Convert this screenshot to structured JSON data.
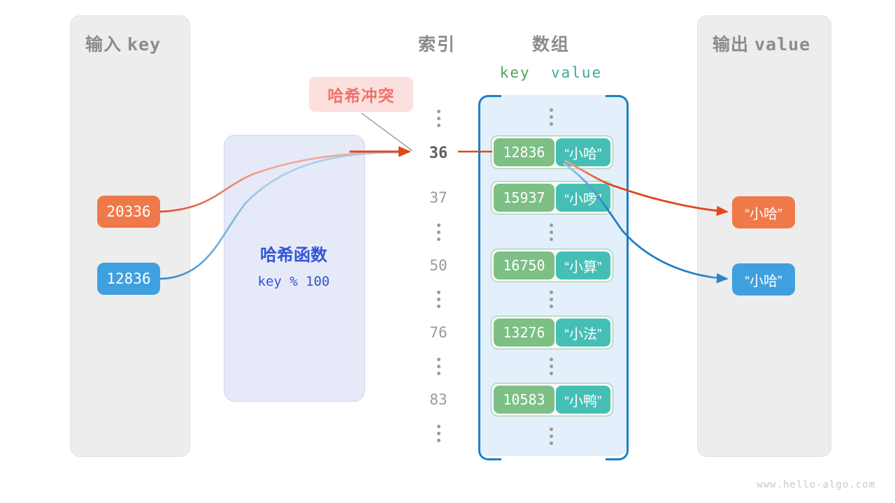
{
  "diagram": {
    "title_watermark": "www.hello-algo.com"
  },
  "panels": {
    "input": {
      "title_cn": "输入",
      "title_mono": "key"
    },
    "output": {
      "title_cn": "输出",
      "title_mono": "value"
    }
  },
  "hash_function": {
    "title": "哈希函数",
    "formula": "key % 100"
  },
  "collision": {
    "label": "哈希冲突"
  },
  "headers": {
    "index": "索引",
    "array": "数组",
    "key": "key",
    "value": "value"
  },
  "inputs": [
    {
      "label": "20336",
      "color": "#F0794A"
    },
    {
      "label": "12836",
      "color": "#3FA0E0"
    }
  ],
  "outputs": [
    {
      "label": "“小哈”",
      "color": "#F0794A"
    },
    {
      "label": "“小哈”",
      "color": "#3FA0E0"
    }
  ],
  "buckets": [
    {
      "index": "36",
      "key": "12836",
      "value": "“小哈”",
      "highlight": true
    },
    {
      "index": "37",
      "key": "15937",
      "value": "“小啰”",
      "highlight": false
    },
    {
      "index": "50",
      "key": "16750",
      "value": "“小算”",
      "highlight": false
    },
    {
      "index": "76",
      "key": "13276",
      "value": "“小法”",
      "highlight": false
    },
    {
      "index": "83",
      "key": "10583",
      "value": "“小鸭”",
      "highlight": false
    }
  ],
  "colors": {
    "panel_bg": "#EDEDED",
    "hash_bg": "#E6E9F8",
    "hash_text": "#3355D6",
    "collision_bg": "#FBE0DE",
    "collision_text": "#F2706A",
    "array_bg": "#E3F0FB",
    "bracket": "#1F7FC4",
    "cell_key": "#7DBF85",
    "cell_value": "#45BFB5",
    "wire_orange": "#E0471B",
    "wire_blue": "#1F7FC4"
  }
}
